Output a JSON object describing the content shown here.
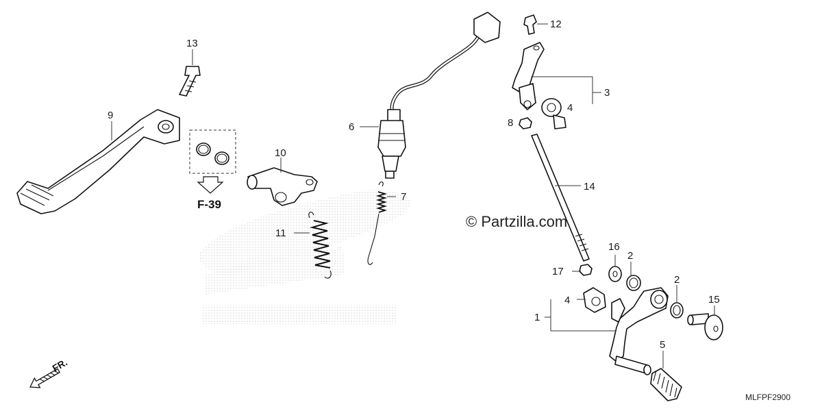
{
  "callouts": [
    {
      "id": "1",
      "label": "1"
    },
    {
      "id": "2a",
      "label": "2"
    },
    {
      "id": "2b",
      "label": "2"
    },
    {
      "id": "3",
      "label": "3"
    },
    {
      "id": "4a",
      "label": "4"
    },
    {
      "id": "4b",
      "label": "4"
    },
    {
      "id": "5",
      "label": "5"
    },
    {
      "id": "6",
      "label": "6"
    },
    {
      "id": "7",
      "label": "7"
    },
    {
      "id": "8",
      "label": "8"
    },
    {
      "id": "9",
      "label": "9"
    },
    {
      "id": "10",
      "label": "10"
    },
    {
      "id": "11",
      "label": "11"
    },
    {
      "id": "12",
      "label": "12"
    },
    {
      "id": "13",
      "label": "13"
    },
    {
      "id": "14",
      "label": "14"
    },
    {
      "id": "15",
      "label": "15"
    },
    {
      "id": "16",
      "label": "16"
    },
    {
      "id": "17",
      "label": "17"
    }
  ],
  "reference": {
    "label": "F-39"
  },
  "direction": {
    "label": "FR."
  },
  "watermark": {
    "text": "© Partzilla.com"
  },
  "diagram_code": "MLFPF2900"
}
